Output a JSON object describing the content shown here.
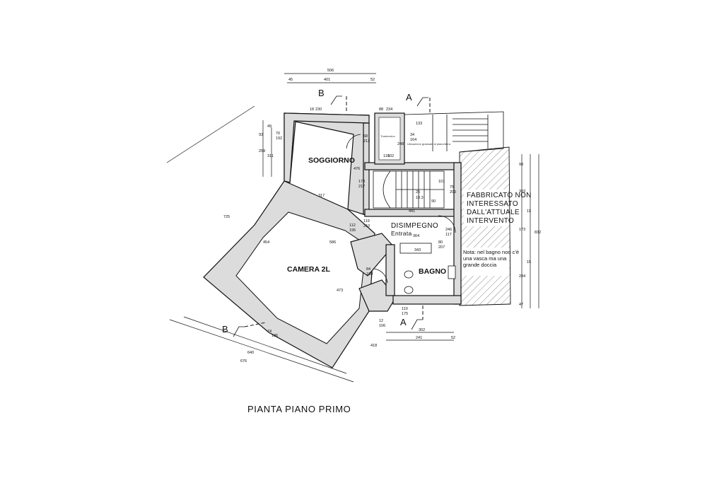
{
  "title": "PIANTA PIANO PRIMO",
  "rooms": {
    "soggiorno": "SOGGIORNO",
    "camera": "CAMERA 2L",
    "disimpegno": "DISIMPEGNO",
    "entrata": "Entrata",
    "bagno": "BAGNO"
  },
  "excluded_area": {
    "line1": "FABBRICATO NON",
    "line2": "INTERESSATO",
    "line3": "DALL'ATTUALE",
    "line4": "INTERVENTO"
  },
  "note": {
    "line1": "Nota: nel bagno non c'è",
    "line2": "una vasca ma una",
    "line3": "grande doccia"
  },
  "small_labels": {
    "stair_note": "Tramezzino",
    "balcony_note": "Ubicazione graduale al piano/terra"
  },
  "section_marks": {
    "b_top": "B",
    "a_top": "A",
    "b_bottom": "B",
    "a_bottom": "A"
  },
  "dimensions": {
    "top_506": "506",
    "top_401": "401",
    "top_45": "45",
    "top_52": "52",
    "top_18": "18",
    "top_230": "230",
    "top_88": "88",
    "top_234": "234",
    "top_133": "133",
    "top_34": "34",
    "top_164": "164",
    "left_70": "70",
    "left_192": "192",
    "left_259": "259",
    "left_311": "311",
    "left_49": "49",
    "left_93": "93",
    "d_68": "68",
    "d_212": "212",
    "d_248": "248",
    "d_476": "476",
    "d_102": "102",
    "d_110": "110",
    "d_173": "173",
    "d_217": "217",
    "d_25": "25",
    "d_18_3": "18.3",
    "d_101": "101",
    "d_75": "75",
    "d_200": "200",
    "d_90": "90",
    "d_441": "441",
    "d_317": "317",
    "d_119": "119",
    "d_210": "210",
    "d_364": "364",
    "d_246": "246",
    "d_117": "117",
    "d_343": "343",
    "d_112": "112",
    "d_195": "195",
    "d_80": "80",
    "d_207": "207",
    "d_454": "454",
    "d_586": "586",
    "d_473": "473",
    "d_84": "84",
    "d_180": "180",
    "d_110b": "110",
    "d_175": "175",
    "d_302": "302",
    "d_241": "241",
    "d_52b": "52",
    "d_12": "12",
    "d_106": "106",
    "d_74": "74",
    "d_136": "136",
    "d_418": "418",
    "diag_640": "640",
    "diag_676": "676",
    "diag_725": "725",
    "right_98": "98",
    "right_303": "303",
    "right_173": "173",
    "right_284": "284",
    "right_47": "47",
    "right_11": "11",
    "right_832": "832",
    "right_15": "15"
  }
}
